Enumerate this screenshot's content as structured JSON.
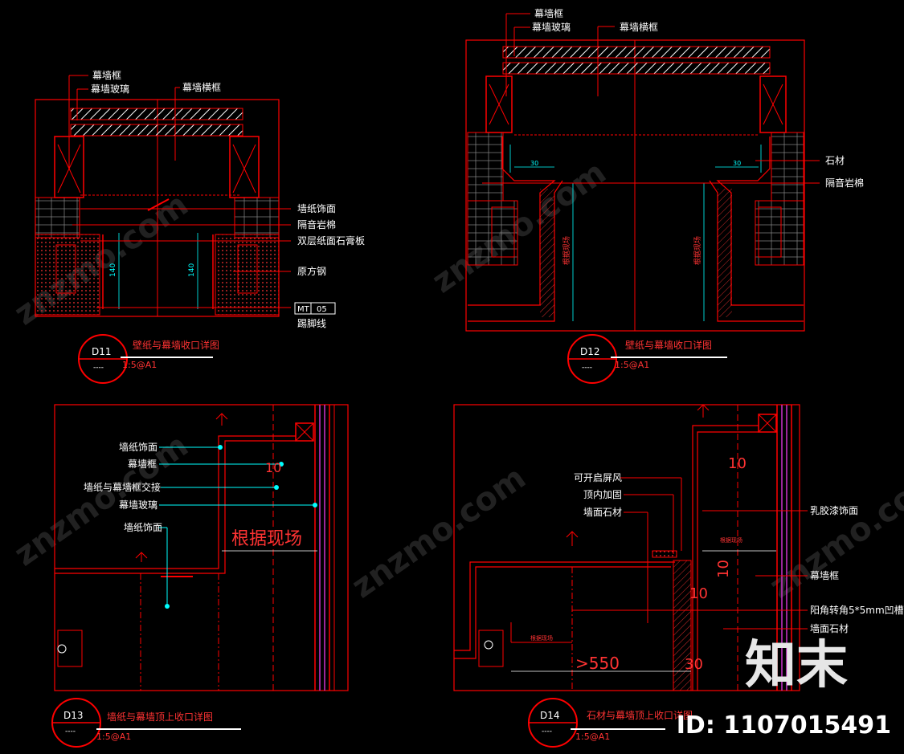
{
  "d11": {
    "tag": "D11",
    "tag_sub": "----",
    "title": "壁纸与幕墙收口详图",
    "scale": "1:5@A1",
    "labels": [
      "幕墙框",
      "幕墙玻璃",
      "幕墙横框",
      "墙纸饰面",
      "隔音岩棉",
      "双层纸面石膏板",
      "原方钢",
      "踢脚线"
    ],
    "mt_box": [
      "MT",
      "05"
    ],
    "dims": [
      "140",
      "140"
    ]
  },
  "d12": {
    "tag": "D12",
    "tag_sub": "----",
    "title": "壁纸与幕墙收口详图",
    "scale": "1:5@A1",
    "labels": [
      "幕墙框",
      "幕墙玻璃",
      "幕墙横框",
      "石材",
      "隔音岩棉"
    ],
    "dims": [
      "30",
      "30",
      "根据现场",
      "根据现场"
    ]
  },
  "d13": {
    "tag": "D13",
    "tag_sub": "----",
    "title": "墙纸与幕墙顶上收口详图",
    "scale": "1:5@A1",
    "labels": [
      "墙纸饰面",
      "幕墙框",
      "墙纸与幕墙框交接",
      "幕墙玻璃",
      "墙纸饰面"
    ],
    "dims": [
      "10",
      "根据现场"
    ]
  },
  "d14": {
    "tag": "D14",
    "tag_sub": "----",
    "title": "石材与幕墙顶上收口详图",
    "scale": "1:5@A1",
    "labels": [
      "可开启屏风",
      "顶内加固",
      "墙面石材",
      "乳胶漆饰面",
      "幕墙框",
      "阳角转角5*5mm凹槽",
      "墙面石材"
    ],
    "dims": [
      "10",
      "10",
      "10",
      ">550",
      "30",
      "根据现场",
      "根据现场"
    ]
  },
  "watermark": "znzmo.com",
  "brand": "知末",
  "id_text": "ID: 1107015491",
  "colors": {
    "line": "#ff0000",
    "cyan": "#00ffff",
    "text": "#ffffff",
    "purple": "#cc33cc",
    "bg": "#000000"
  }
}
